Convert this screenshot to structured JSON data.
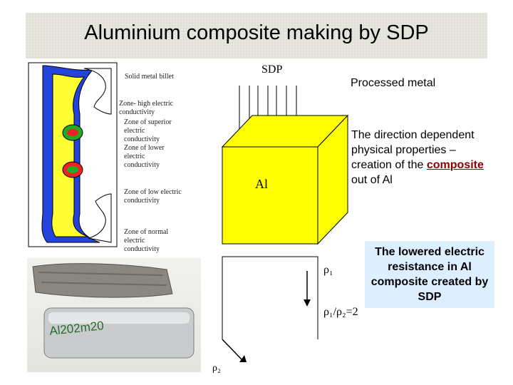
{
  "title": "Aluminium composite making by SDP",
  "diagram": {
    "label_solid_metal": "Solid metal billet",
    "label_zone_high": "Zone- high electric conductivity",
    "label_zone_superior": "Zone of superior electric conductivity",
    "label_zone_lower": "Zone of lower electric conductivity",
    "label_zone_low": "Zone of low electric conductivity",
    "label_zone_normal": "Zone of normal electric conductivity",
    "sdp_label": "SDP",
    "processed_metal": "Processed metal",
    "cube_label": "Al",
    "direction_text_pre": "The direction dependent physical properties – creation of the",
    "direction_text_link": "composite",
    "direction_text_post": "out of Al",
    "rho1": "ρ₁",
    "rho2": "ρ₂",
    "rho_ratio": "ρ₁/ρ₂=2",
    "photo_marking": "Al202m20"
  },
  "note": {
    "text": "The lowered electric resistance in Al composite created by SDP"
  },
  "colors": {
    "cube": "#ffff00",
    "billet_blue": "#2244dd",
    "billet_yellow": "#ffff33",
    "zone_red": "#ee2222",
    "zone_green": "#22aa22",
    "note_bg": "#ddeeff",
    "composite_word": "#8b0000"
  }
}
